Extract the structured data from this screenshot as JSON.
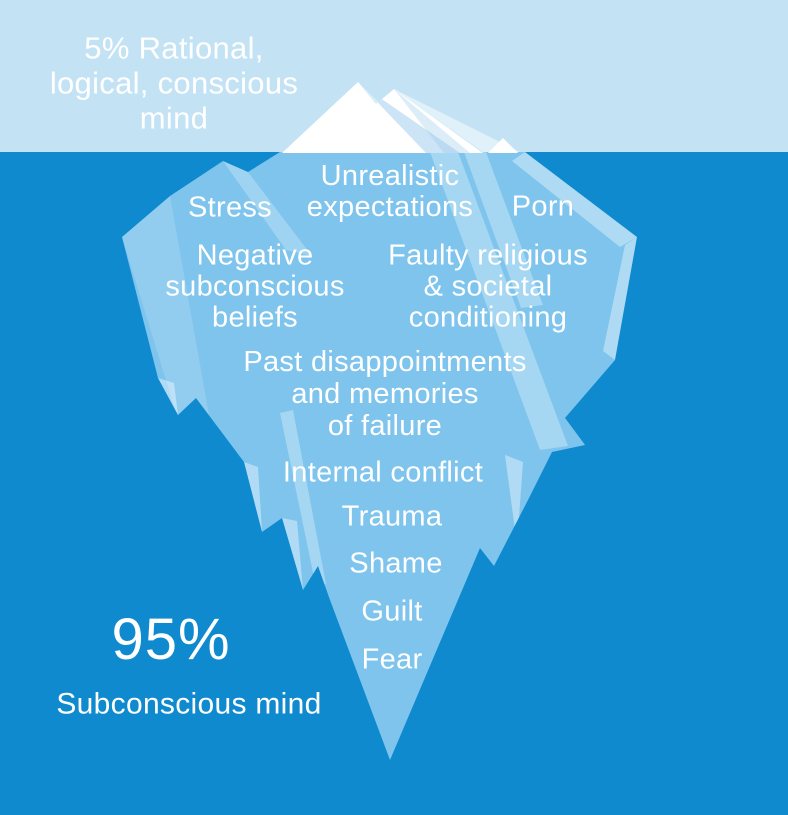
{
  "colors": {
    "sky": "#c3e3f4",
    "water": "#0f8acf",
    "ice_body": "#7ec4ed",
    "ice_highlight": "#a9d8f3",
    "ice_tip": "#ffffff",
    "text": "#ffffff"
  },
  "conscious": {
    "text": "5% Rational,\nlogical, conscious\nmind"
  },
  "subconscious": {
    "percent": "95%",
    "label": "Subconscious mind",
    "items": {
      "unrealistic": "Unrealistic\nexpectations",
      "stress": "Stress",
      "porn": "Porn",
      "negative_beliefs": "Negative\nsubconscious\nbeliefs",
      "faulty_conditioning": "Faulty religious\n& societal\nconditioning",
      "past_disappointments": "Past disappointments\nand memories\nof failure",
      "internal_conflict": "Internal conflict",
      "trauma": "Trauma",
      "shame": "Shame",
      "guilt": "Guilt",
      "fear": "Fear"
    }
  }
}
